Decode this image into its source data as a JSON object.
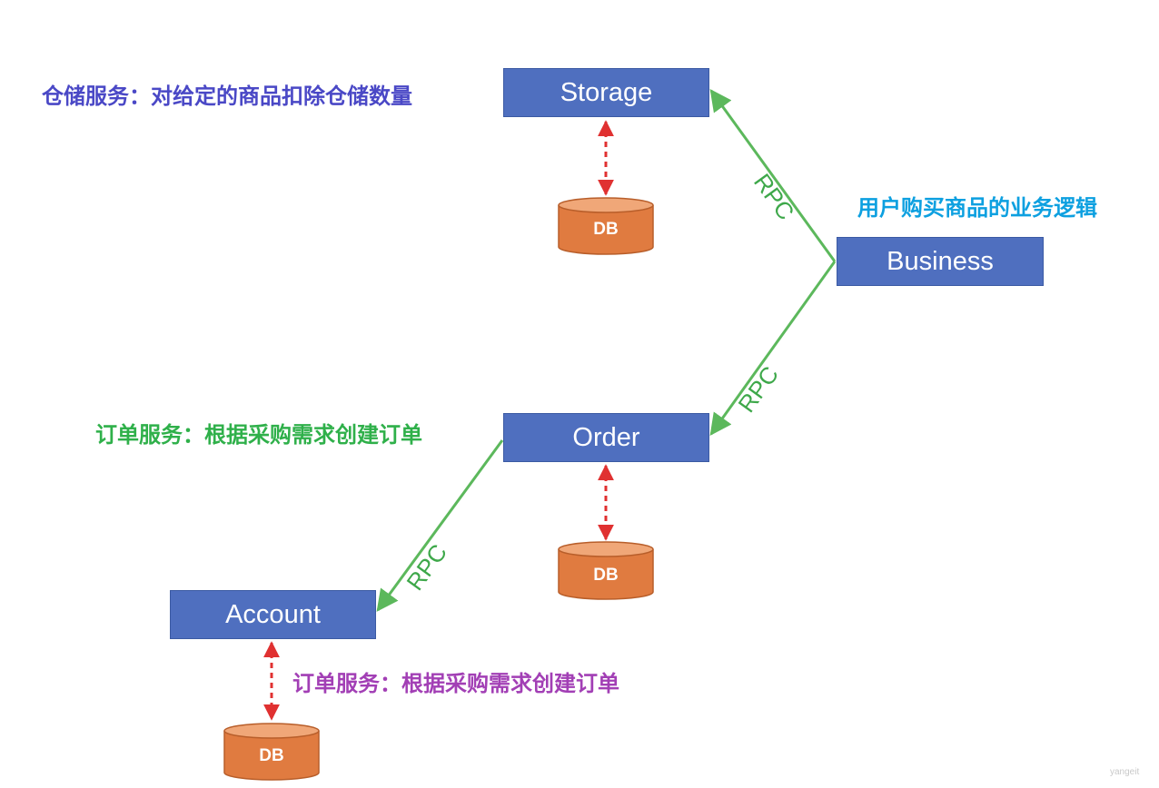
{
  "services": {
    "storage": "Storage",
    "business": "Business",
    "order": "Order",
    "account": "Account"
  },
  "notes": {
    "storage": "仓储服务：对给定的商品扣除仓储数量",
    "business": "用户购买商品的业务逻辑",
    "order": "订单服务：根据采购需求创建订单",
    "account": "订单服务：根据采购需求创建订单"
  },
  "db_label": "DB",
  "rpc_label": "RPC",
  "watermark": "yangeit",
  "colors": {
    "service_box": "#4f6fbf",
    "rpc_line": "#5cb85c",
    "db_link": "#e03131",
    "db_cylinder": "#e07b40"
  }
}
